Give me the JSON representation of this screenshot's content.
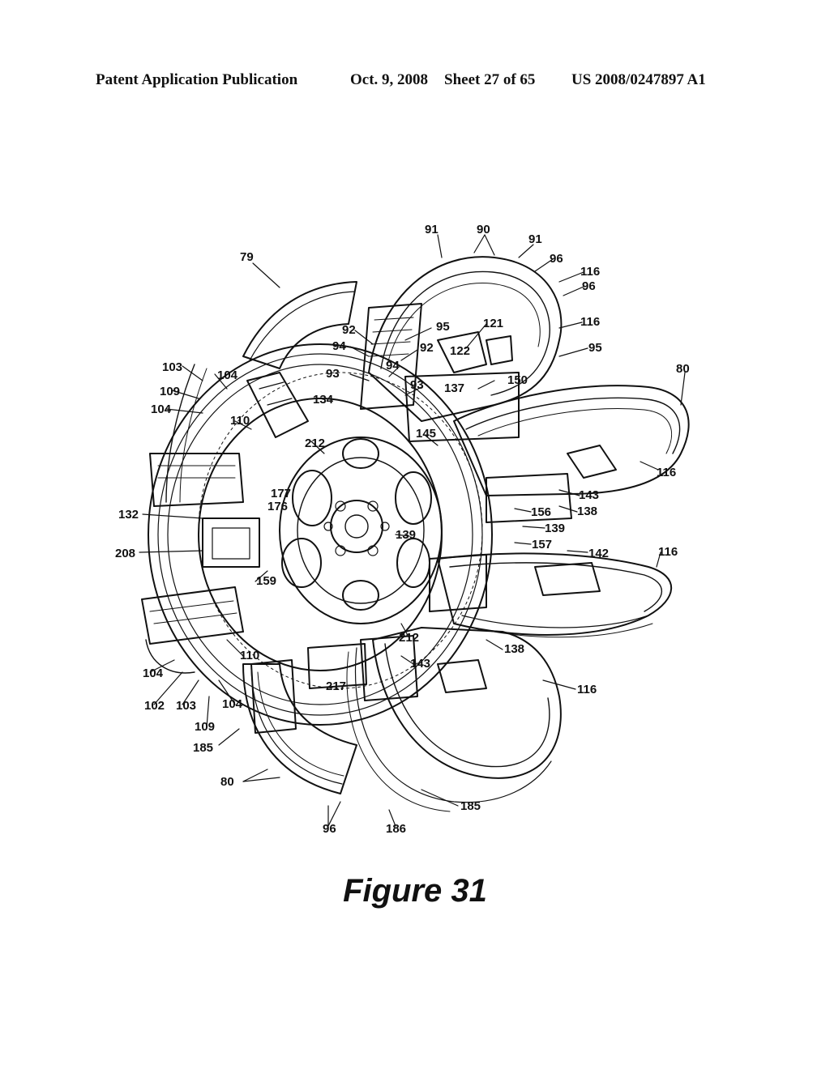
{
  "header": {
    "publication": "Patent Application Publication",
    "date": "Oct. 9, 2008",
    "sheet": "Sheet 27 of 65",
    "number": "US 2008/0247897 A1"
  },
  "figure": {
    "caption": "Figure 31",
    "reference_numerals": {
      "r91a": "91",
      "r90": "90",
      "r91b": "91",
      "r96a": "96",
      "r116a": "116",
      "r96b": "96",
      "r79": "79",
      "r116b": "116",
      "r95a": "95",
      "r121": "121",
      "r92a": "92",
      "r95b": "95",
      "r122": "122",
      "r92b": "92",
      "r94a": "94",
      "r94b": "94",
      "r93a": "93",
      "r93b": "93",
      "r137": "137",
      "r150": "150",
      "r80a": "80",
      "r103a": "103",
      "r104a": "104",
      "r109a": "109",
      "r134": "134",
      "r104b": "104",
      "r110a": "110",
      "r145": "145",
      "r212a": "212",
      "r116c": "116",
      "r143a": "143",
      "r177": "177",
      "r176": "176",
      "r138a": "138",
      "r132": "132",
      "r156": "156",
      "r139a": "139",
      "r139b": "139",
      "r208": "208",
      "r157": "157",
      "r142": "142",
      "r116d": "116",
      "r159": "159",
      "r212b": "212",
      "r138b": "138",
      "r110b": "110",
      "r143b": "143",
      "r104c": "104",
      "r217": "217",
      "r116e": "116",
      "r102": "102",
      "r103b": "103",
      "r104d": "104",
      "r109b": "109",
      "r185a": "185",
      "r80b": "80",
      "r185b": "185",
      "r96c": "96",
      "r186": "186"
    }
  }
}
